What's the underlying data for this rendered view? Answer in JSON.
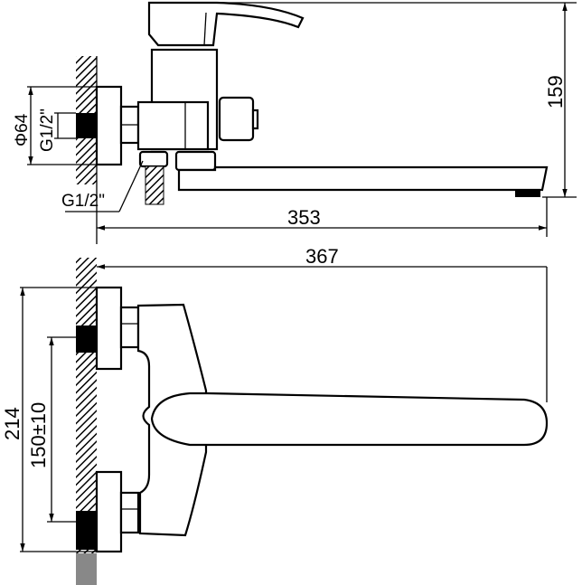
{
  "title": "Wall-mounted bath mixer dimension drawing",
  "dimensions": {
    "height": "159",
    "spout_reach": "353",
    "overall_length": "367",
    "flange_diameter": "Φ64",
    "inlet_thread": "G1/2\"",
    "outlet_thread": "G1/2\"",
    "total_height": "214",
    "center_distance": "150±10"
  }
}
